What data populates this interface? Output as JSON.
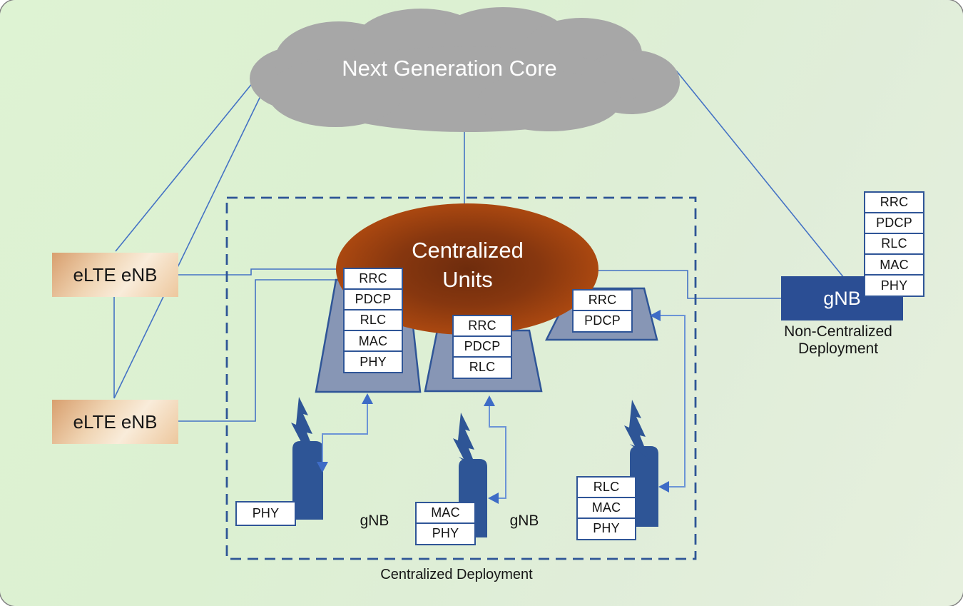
{
  "cloud": {
    "label": "Next Generation Core"
  },
  "centralized_units": {
    "label": "Centralized Units"
  },
  "elte_enb_top": {
    "label": "eLTE eNB"
  },
  "elte_enb_bottom": {
    "label": "eLTE eNB"
  },
  "non_centralized": {
    "gnb_label": "gNB",
    "caption": "Non-Centralized Deployment",
    "stack": [
      "RRC",
      "PDCP",
      "RLC",
      "MAC",
      "PHY"
    ]
  },
  "centralized": {
    "caption": "Centralized Deployment",
    "cu_stack_left": [
      "RRC",
      "PDCP",
      "RLC",
      "MAC",
      "PHY"
    ],
    "cu_stack_middle": [
      "RRC",
      "PDCP",
      "RLC"
    ],
    "cu_stack_right": [
      "RRC",
      "PDCP"
    ],
    "du_stack_left": [
      "PHY"
    ],
    "du_stack_middle": [
      "MAC",
      "PHY"
    ],
    "du_stack_right": [
      "RLC",
      "MAC",
      "PHY"
    ],
    "gnb_label_left": "gNB",
    "gnb_label_middle": "gNB"
  },
  "colors": {
    "connector_line": "#4472C4",
    "arrow_connector": "#6B94D6",
    "shape_border": "#2F5597",
    "trapezoid_fill": "#8796B5",
    "tower_fill": "#2E5596",
    "cloud_fill": "#A7A7A7",
    "ellipse_center": "#6E2C0D",
    "ellipse_edge": "#BE5110",
    "gnb_box_fill": "#2B4E94"
  }
}
